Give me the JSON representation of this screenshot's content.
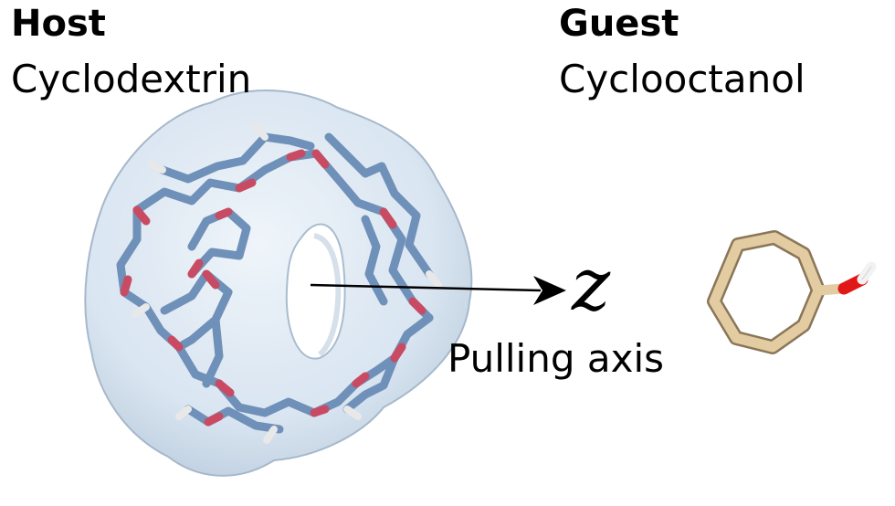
{
  "host": {
    "title": "Host",
    "name": "Cyclodextrin"
  },
  "guest": {
    "title": "Guest",
    "name": "Cyclooctanol"
  },
  "axis": {
    "symbol": "z",
    "caption": "Pulling axis"
  },
  "colors": {
    "surface": "#dbe7f3",
    "surface_edge": "#8fa3b8",
    "host_bond": "#6f90b8",
    "oxygen": "#c94b63",
    "hydrogen": "#e6e6e6",
    "guest_bond": "#d9bf94",
    "guest_oxygen": "#e01818",
    "arrow": "#000000"
  }
}
